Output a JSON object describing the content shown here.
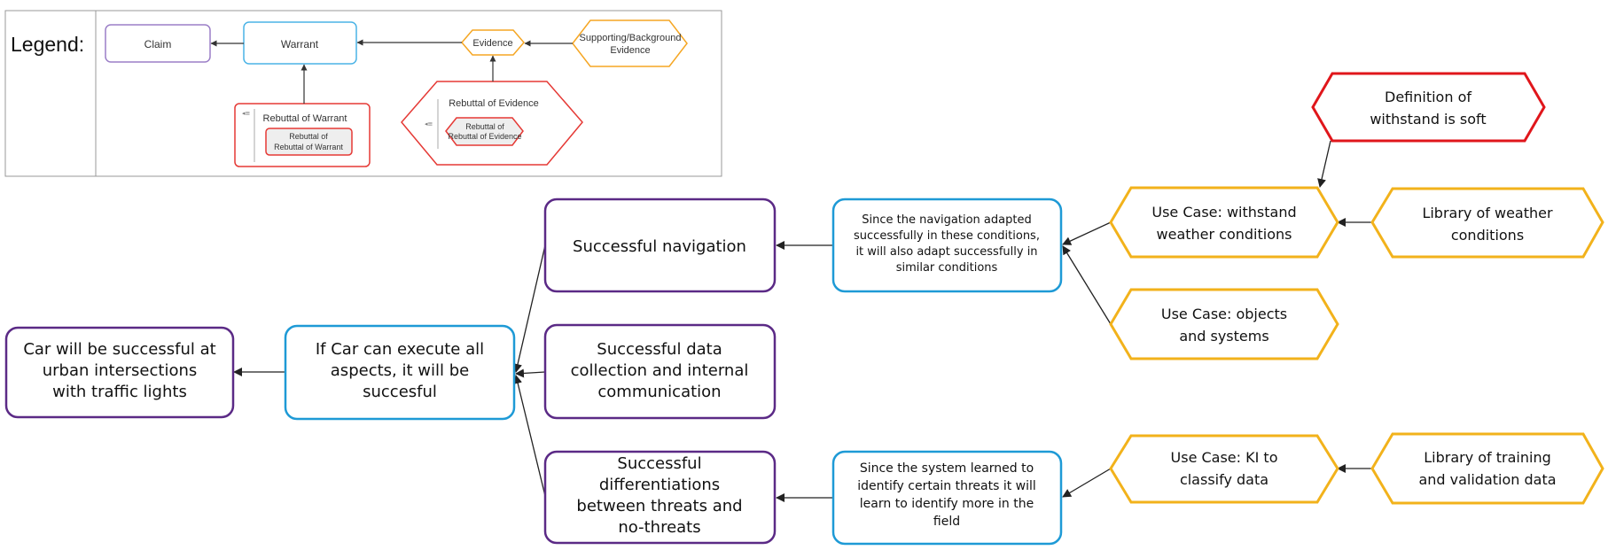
{
  "legend": {
    "title": "Legend:",
    "claim": "Claim",
    "warrant": "Warrant",
    "evidence": "Evidence",
    "supporting": [
      "Supporting/Background",
      "Evidence"
    ],
    "rebuttal_warrant": "Rebuttal of Warrant",
    "rebuttal_rebuttal_warrant": [
      "Rebuttal of",
      "Rebuttal of Warrant"
    ],
    "rebuttal_evidence": "Rebuttal of Evidence",
    "rebuttal_rebuttal_evidence": [
      "Rebuttal of",
      "Rebuttal of Evidence"
    ]
  },
  "nodes": {
    "claim_main": [
      "Car will be successful at",
      "urban intersections",
      "with traffic lights"
    ],
    "warrant_main": [
      "If Car can execute all",
      "aspects, it will be",
      "succesful"
    ],
    "claim_navigation": [
      "Successful navigation"
    ],
    "claim_data": [
      "Successful data",
      "collection and internal",
      "communication"
    ],
    "claim_threats": [
      "Successful",
      "differentiations",
      "between threats and",
      "no-threats"
    ],
    "warrant_navigation": [
      "Since the navigation adapted",
      "successfully in these conditions,",
      "it will also adapt successfully in",
      "similar conditions"
    ],
    "warrant_threats": [
      "Since the system learned to",
      "identify certain threats it will",
      "learn to identify more in the",
      "field"
    ],
    "evidence_weather": [
      "Use Case: withstand",
      "weather conditions"
    ],
    "evidence_objects": [
      "Use Case: objects",
      "and systems"
    ],
    "evidence_ki": [
      "Use Case: KI to",
      "classify data"
    ],
    "support_weather_library": [
      "Library of weather",
      "conditions"
    ],
    "support_training_library": [
      "Library of training",
      "and validation data"
    ],
    "rebuttal_withstand": [
      "Definition of",
      "withstand is soft"
    ]
  },
  "colors": {
    "claim": "#5b2a86",
    "warrant": "#1e9ad6",
    "evidence": "#f2b21b",
    "rebuttal": "#e0161b",
    "legend_claim": "#9b7fc7",
    "legend_warrant": "#4ab3e6",
    "legend_evidence": "#f5a623",
    "legend_rebuttal": "#e53935",
    "arrow": "#222222"
  }
}
